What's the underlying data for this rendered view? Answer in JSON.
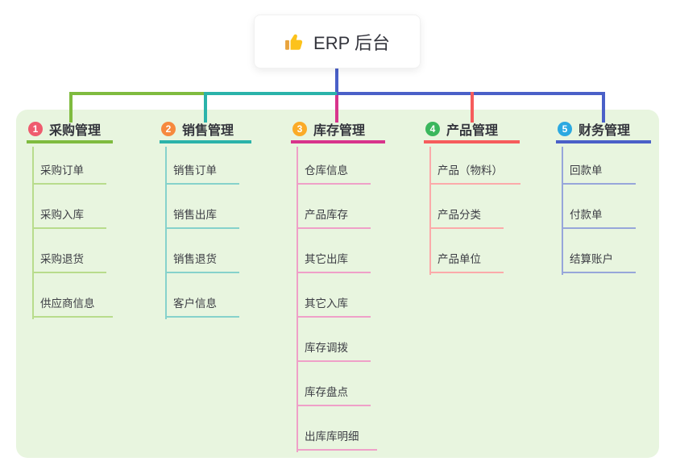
{
  "root": {
    "title": "ERP 后台",
    "icon": "thumbs-up-icon"
  },
  "colors": {
    "trunk": "#4a60c8",
    "panel_bg": "#e8f5df"
  },
  "branches": [
    {
      "index": "1",
      "title": "采购管理",
      "line_color": "#7fbb3f",
      "child_line_color": "#b8dc8c",
      "badge_color": "#ef5b6e",
      "children": [
        "采购订单",
        "采购入库",
        "采购退货",
        "供应商信息"
      ]
    },
    {
      "index": "2",
      "title": "销售管理",
      "line_color": "#2bb3aa",
      "child_line_color": "#86d2cb",
      "badge_color": "#f6893e",
      "children": [
        "销售订单",
        "销售出库",
        "销售退货",
        "客户信息"
      ]
    },
    {
      "index": "3",
      "title": "库存管理",
      "line_color": "#d8348c",
      "child_line_color": "#efa0c8",
      "badge_color": "#fbab27",
      "children": [
        "仓库信息",
        "产品库存",
        "其它出库",
        "其它入库",
        "库存调拨",
        "库存盘点",
        "出库库明细"
      ]
    },
    {
      "index": "4",
      "title": "产品管理",
      "line_color": "#f65c5c",
      "child_line_color": "#fbaaaa",
      "badge_color": "#3bb75d",
      "children": [
        "产品（物料）",
        "产品分类",
        "产品单位"
      ]
    },
    {
      "index": "5",
      "title": "财务管理",
      "line_color": "#4a60c8",
      "child_line_color": "#97a6da",
      "badge_color": "#2ba9e1",
      "children": [
        "回款单",
        "付款单",
        "结算账户"
      ]
    }
  ]
}
